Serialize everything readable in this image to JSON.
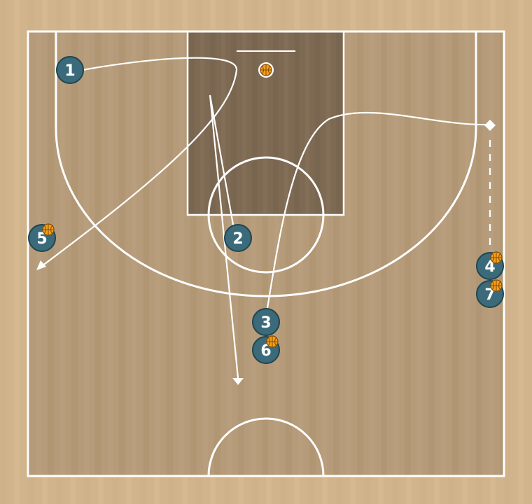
{
  "colors": {
    "outer_floor": "#d2b48c",
    "court_floor": "#b59b79",
    "paint": "#7e6a53",
    "lines": "#ffffff",
    "player_fill": "#3b6b7a",
    "player_stroke": "#1f4450",
    "ball": "#f0a020"
  },
  "players": [
    {
      "label": "1",
      "has_ball": false
    },
    {
      "label": "2",
      "has_ball": false
    },
    {
      "label": "3",
      "has_ball": false
    },
    {
      "label": "4",
      "has_ball": true
    },
    {
      "label": "5",
      "has_ball": true
    },
    {
      "label": "6",
      "has_ball": true
    },
    {
      "label": "7",
      "has_ball": true
    }
  ],
  "basket": {
    "icon": "basketball-icon"
  },
  "movements": [
    {
      "from": "1",
      "type": "cut",
      "arrow": "arrow"
    },
    {
      "from": "2",
      "type": "cut",
      "arrow": "arrow"
    },
    {
      "from": "3",
      "type": "cut",
      "arrow": "screen"
    },
    {
      "from": "4",
      "type": "dribble",
      "arrow": "none"
    }
  ]
}
